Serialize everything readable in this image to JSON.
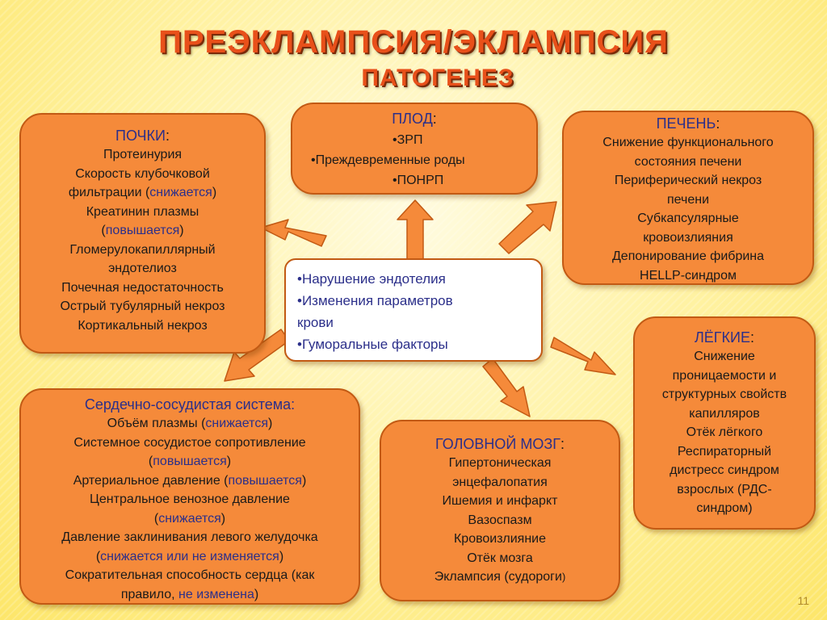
{
  "title": "ПРЕЭКЛАМПСИЯ/ЭКЛАМПСИЯ",
  "subtitle": "ПАТОГЕНЕЗ",
  "center": {
    "items": [
      "•Нарушение эндотелия",
      "•Изменения параметров",
      "крови",
      "•Гуморальные факторы"
    ]
  },
  "fetus": {
    "heading": "ПЛОД",
    "colon": ":",
    "items": [
      "•ЗРП",
      "•Преждевременные роды",
      "•ПОНРП"
    ]
  },
  "kidneys": {
    "heading": "ПОЧКИ",
    "colon": ":",
    "l1": "Протеинурия",
    "l2": "Скорость клубочковой",
    "l3a": "фильтрации (",
    "l3b": "снижается",
    "l3c": ")",
    "l4": "Креатинин плазмы",
    "l5a": "(",
    "l5b": "повышается",
    "l5c": ")",
    "l6": "Гломерулокапиллярный",
    "l7": "эндотелиоз",
    "l8": "Почечная недостаточность",
    "l9": "Острый тубулярный некроз",
    "l10": "Кортикальный некроз"
  },
  "liver": {
    "heading": "ПЕЧЕНЬ",
    "colon": ":",
    "lines": [
      "Снижение функционального",
      "состояния печени",
      "Периферический некроз",
      "печени",
      "Субкапсулярные",
      "кровоизлияния",
      "Депонирование фибрина",
      "HELLP-синдром"
    ]
  },
  "lungs": {
    "heading": "ЛЁГКИЕ",
    "colon": ":",
    "lines": [
      "Снижение",
      "проницаемости и",
      "структурных свойств",
      "капилляров",
      "Отёк лёгкого",
      "Респираторный",
      "дистресс синдром",
      "взрослых (РДС-",
      "синдром)"
    ]
  },
  "brain": {
    "heading": "ГОЛОВНОЙ МОЗГ",
    "colon": ":",
    "lines": [
      "Гипертоническая",
      "энцефалопатия",
      "Ишемия и инфаркт",
      "Вазоспазм",
      "Кровоизлияние",
      "Отёк мозга"
    ],
    "last": "Эклампсия (судороги",
    "last_paren": ")"
  },
  "cardio": {
    "heading": "Сердечно-сосудистая система:",
    "l1a": "Объём плазмы (",
    "l1b": "снижается",
    "l1c": ")",
    "l2": "Системное сосудистое сопротивление",
    "l3a": "(",
    "l3b": "повышается",
    "l3c": ")",
    "l4a": "Артериальное давление (",
    "l4b": "повышается",
    "l4c": ")",
    "l5": "Центральное венозное давление",
    "l6a": "(",
    "l6b": "снижается",
    "l6c": ")",
    "l7": "Давление заклинивания левого желудочка",
    "l8a": "(",
    "l8b": "снижается или не изменяется",
    "l8c": ")",
    "l9": "Сократительная способность сердца (как",
    "l10a": "правило, ",
    "l10b": "не изменена",
    "l10c": ")"
  },
  "page_number": "11",
  "colors": {
    "box_fill": "#f58a3a",
    "box_border": "#c25a14",
    "heading_blue": "#2b2f8a",
    "title_orange": "#e8501a"
  }
}
